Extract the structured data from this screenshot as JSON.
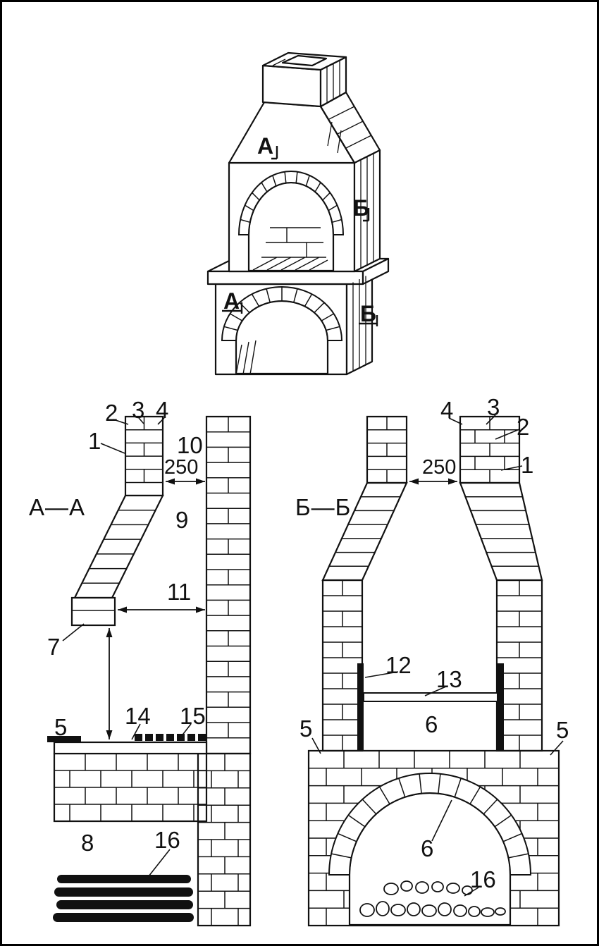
{
  "figure": {
    "background": "#ffffff",
    "ink": "#111111",
    "frame": "#000000"
  },
  "annotations": {
    "sketch_a_upper": "А",
    "sketch_b_upper": "Б",
    "sketch_a_lower": "А",
    "sketch_b_lower": "Б",
    "aa_title": "А—А",
    "aa_c1": "1",
    "aa_c2": "2",
    "aa_c3": "3",
    "aa_c4": "4",
    "aa_c5": "5",
    "aa_c7": "7",
    "aa_c8": "8",
    "aa_c9": "9",
    "aa_c10": "10",
    "aa_c11": "11",
    "aa_c14": "14",
    "aa_c15": "15",
    "aa_c16": "16",
    "aa_dim": "250",
    "bb_title": "Б—Б",
    "bb_c1": "1",
    "bb_c2": "2",
    "bb_c3": "3",
    "bb_c4": "4",
    "bb_c5_left": "5",
    "bb_c5_right": "5",
    "bb_c6_top": "6",
    "bb_c6_bottom": "6",
    "bb_c12": "12",
    "bb_c13": "13",
    "bb_c16": "16",
    "bb_dim": "250"
  }
}
